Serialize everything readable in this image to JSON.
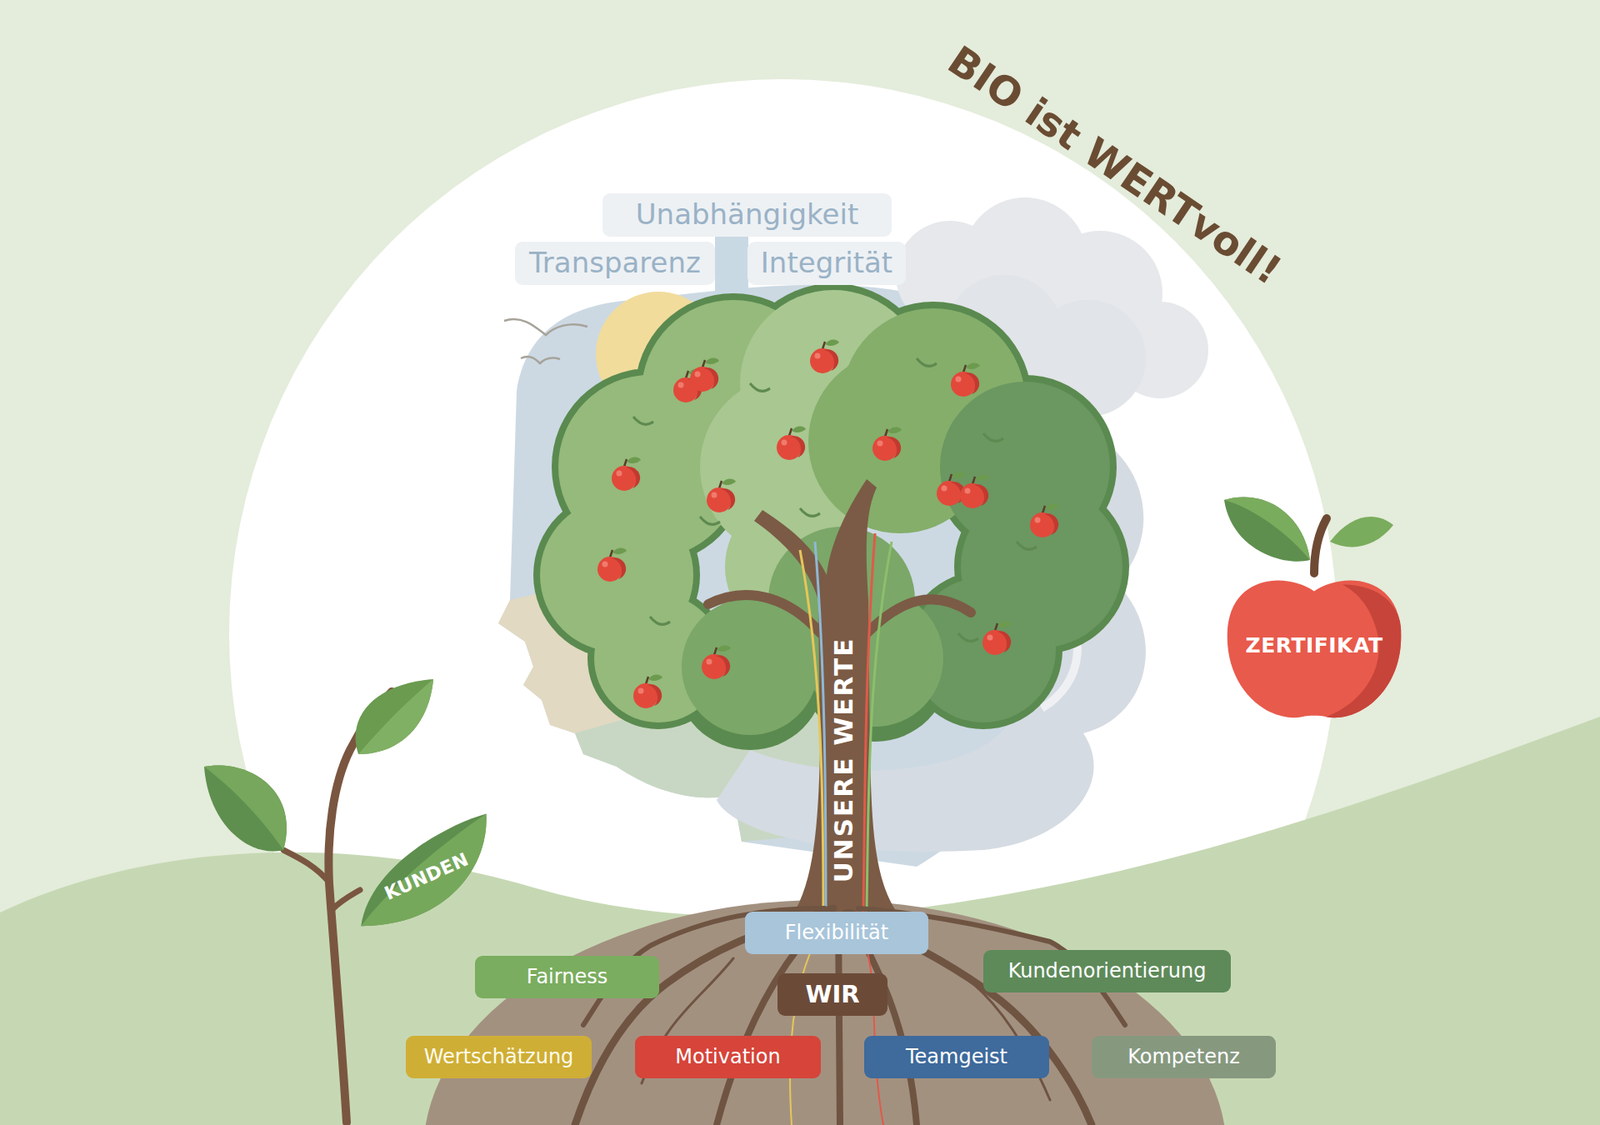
{
  "diagram": {
    "title": "BIO ist WERTvoll!",
    "nodes": [
      {
        "text": [
          "Unabhängigkeit"
        ]
      },
      {
        "text": [
          "Transparenz"
        ]
      },
      {
        "text": [
          "Integrität"
        ]
      },
      {
        "text": [
          "ZERTIFIKAT"
        ]
      },
      {
        "text": [
          "KUNDEN"
        ]
      },
      {
        "text": [
          "Flexibilität"
        ]
      },
      {
        "text": [
          "Fairness"
        ]
      },
      {
        "text": [
          "Kundenorientierung"
        ]
      },
      {
        "text": [
          "WIR"
        ]
      },
      {
        "text": [
          "Wertschätzung"
        ]
      },
      {
        "text": [
          "Motivation"
        ]
      },
      {
        "text": [
          "Teamgeist"
        ]
      },
      {
        "text": [
          "Kompetenz"
        ]
      }
    ],
    "labels": [
      "UNSERE WERTE"
    ]
  }
}
